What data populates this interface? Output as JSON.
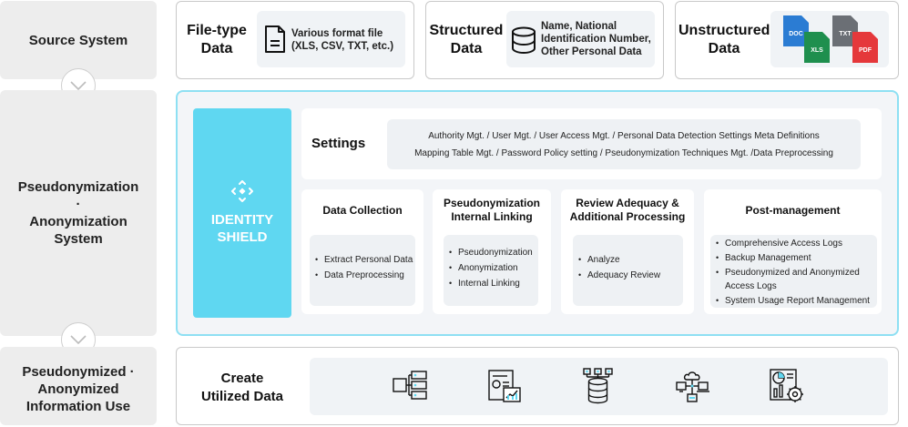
{
  "stages": {
    "source": "Source System",
    "pseudo": [
      "Pseudonymization",
      "·",
      "Anonymization",
      "System"
    ],
    "use": [
      "Pseudonymized ·",
      "Anonymized",
      "Information Use"
    ]
  },
  "sources": {
    "file": {
      "title": [
        "File-type",
        "Data"
      ],
      "desc": [
        "Various format file",
        "(XLS, CSV, TXT, etc.)"
      ],
      "icon": "document-icon"
    },
    "structured": {
      "title": [
        "Structured",
        "Data"
      ],
      "desc": [
        "Name, National",
        "Identification Number,",
        "Other Personal Data"
      ],
      "icon": "database-icon"
    },
    "unstructured": {
      "title": [
        "Unstructured",
        "Data"
      ],
      "files": [
        "DOC",
        "XLS",
        "TXT",
        "PDF"
      ]
    }
  },
  "identity": {
    "label": [
      "IDENTITY",
      "SHIELD"
    ],
    "icon": "arrows-move-icon"
  },
  "settings": {
    "title": "Settings",
    "lines": [
      "Authority Mgt. / User Mgt. / User Access Mgt. / Personal Data Detection Settings Meta Definitions",
      "Mapping Table Mgt. / Password Policy setting / Pseudonymization Techniques Mgt. /Data Preprocessing"
    ]
  },
  "cards": [
    {
      "title": [
        "Data Collection"
      ],
      "items": [
        "Extract Personal Data",
        "Data Preprocessing"
      ]
    },
    {
      "title": [
        "Pseudonymization",
        "Internal Linking"
      ],
      "items": [
        "Pseudonymization",
        "Anonymization",
        "Internal Linking"
      ]
    },
    {
      "title": [
        "Review Adequacy &",
        "Additional Processing"
      ],
      "items": [
        "Analyze",
        "Adequacy Review"
      ]
    },
    {
      "title": [
        "Post-management"
      ],
      "items": [
        "Comprehensive Access Logs",
        "Backup Management",
        "Pseudonymized and Anonymized Access Logs",
        "System Usage Report Management"
      ]
    }
  ],
  "bottom": {
    "title": [
      "Create",
      "Utilized Data"
    ],
    "icons": [
      "server-transfer-icon",
      "report-chart-icon",
      "database-network-icon",
      "cloud-network-icon",
      "analytics-settings-icon"
    ]
  },
  "colors": {
    "accent": "#5fd7f1",
    "border_accent": "#8ee0f3",
    "doc": "#2b7cd3",
    "xls": "#1f8f4e",
    "txt": "#6b6f75",
    "pdf": "#e5383b"
  }
}
